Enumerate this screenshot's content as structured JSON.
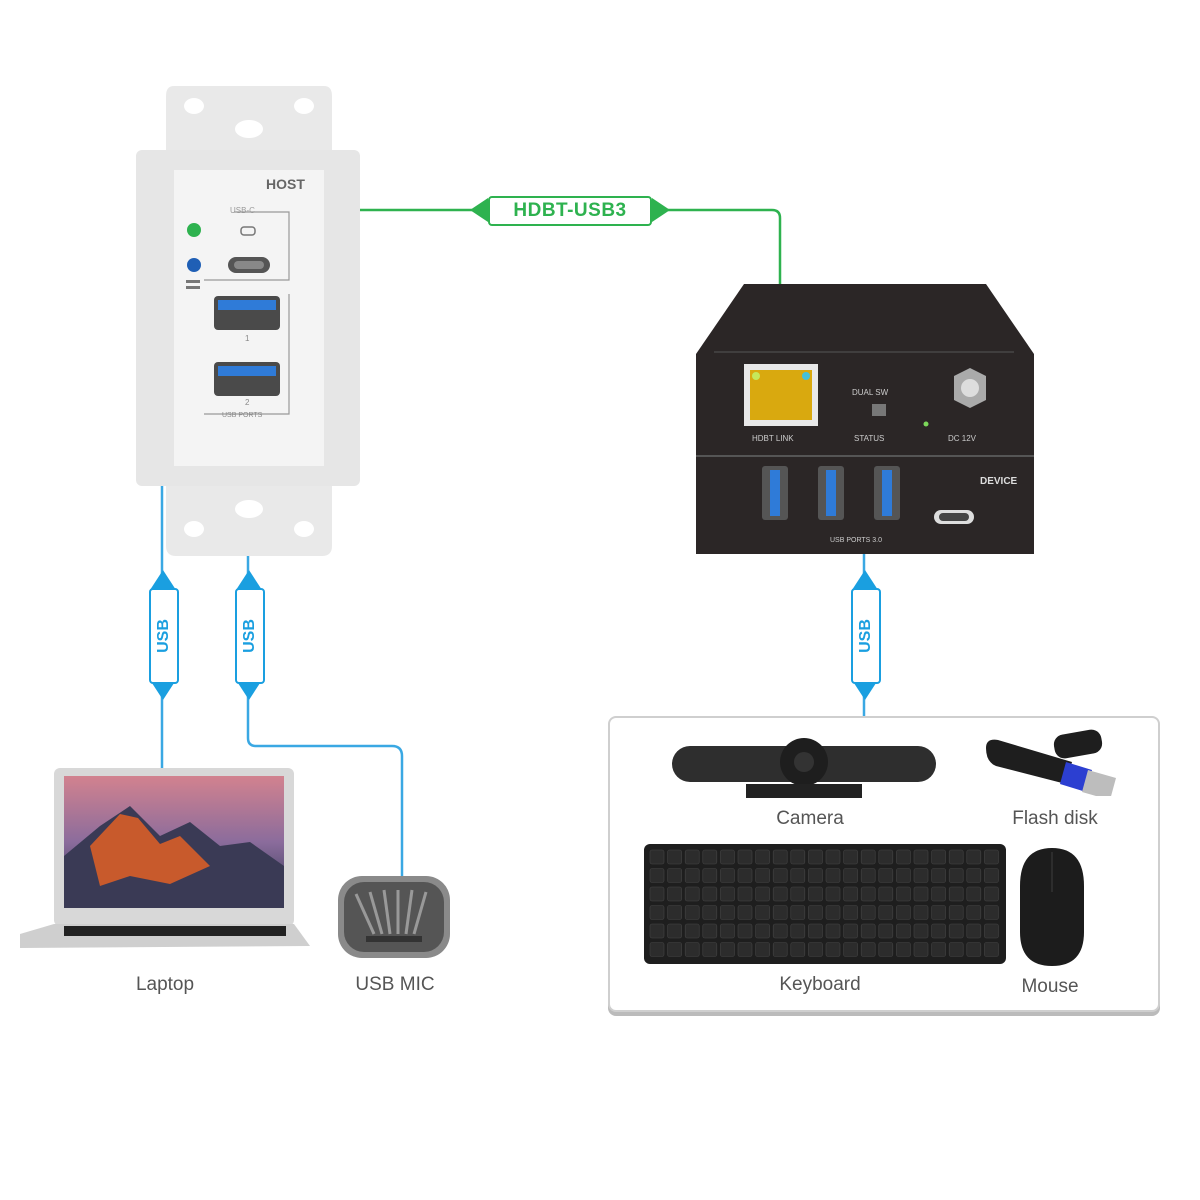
{
  "diagram": {
    "colors": {
      "hdbt_link": "#2eb24f",
      "usb_link": "#1a9fe0",
      "device_dark": "#2b2626",
      "panel_white": "#f2f2f2"
    },
    "wall_plate": {
      "title": "HOST",
      "group_label_top": "USB-C",
      "group_label_bottom": "USB PORTS",
      "usb_a_port_labels": [
        "1",
        "2"
      ]
    },
    "link_hdbt": {
      "label": "HDBT-USB3"
    },
    "links_usb": [
      {
        "id": "laptop-link",
        "label": "USB"
      },
      {
        "id": "mic-link",
        "label": "USB"
      },
      {
        "id": "device-hub-link",
        "label": "USB"
      }
    ],
    "receiver": {
      "title": "DEVICE",
      "port_labels": [
        "HDBT LINK",
        "STATUS",
        "DC 12V"
      ],
      "switch_label": "DUAL SW",
      "bottom_label": "USB PORTS 3.0"
    },
    "host_devices": [
      {
        "id": "laptop",
        "label": "Laptop"
      },
      {
        "id": "usb-mic",
        "label": "USB MIC"
      }
    ],
    "peripheral_devices": [
      {
        "id": "camera",
        "label": "Camera"
      },
      {
        "id": "flash-disk",
        "label": "Flash disk"
      },
      {
        "id": "keyboard",
        "label": "Keyboard"
      },
      {
        "id": "mouse",
        "label": "Mouse"
      }
    ]
  }
}
